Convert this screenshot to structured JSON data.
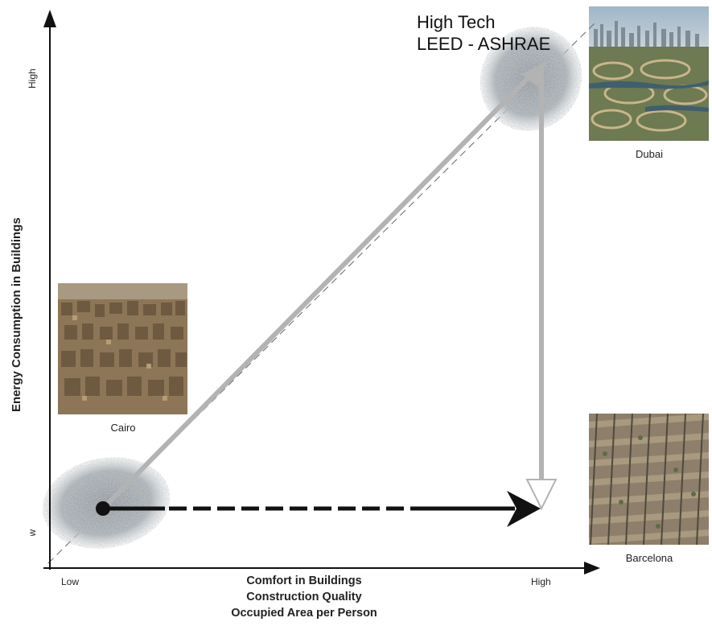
{
  "diagram": {
    "headline": {
      "line1": "High Tech",
      "line2": "LEED - ASHRAE"
    },
    "x_axis": {
      "title_lines": [
        "Comfort in Buildings",
        "Construction Quality",
        "Occupied Area per Person"
      ],
      "low_label": "Low",
      "high_label": "High"
    },
    "y_axis": {
      "title": "Energy Consumption in Buildings",
      "high_label": "High",
      "low_label": "Low"
    },
    "cities": {
      "dubai": {
        "caption": "Dubai"
      },
      "cairo": {
        "caption": "Cairo"
      },
      "barcelona": {
        "caption": "Barcelona"
      }
    },
    "colors": {
      "axis": "#111111",
      "path_gray": "#b3b3b3",
      "cloud_gray": "#9aa0a6",
      "dashed_arrow": "#111111"
    }
  }
}
